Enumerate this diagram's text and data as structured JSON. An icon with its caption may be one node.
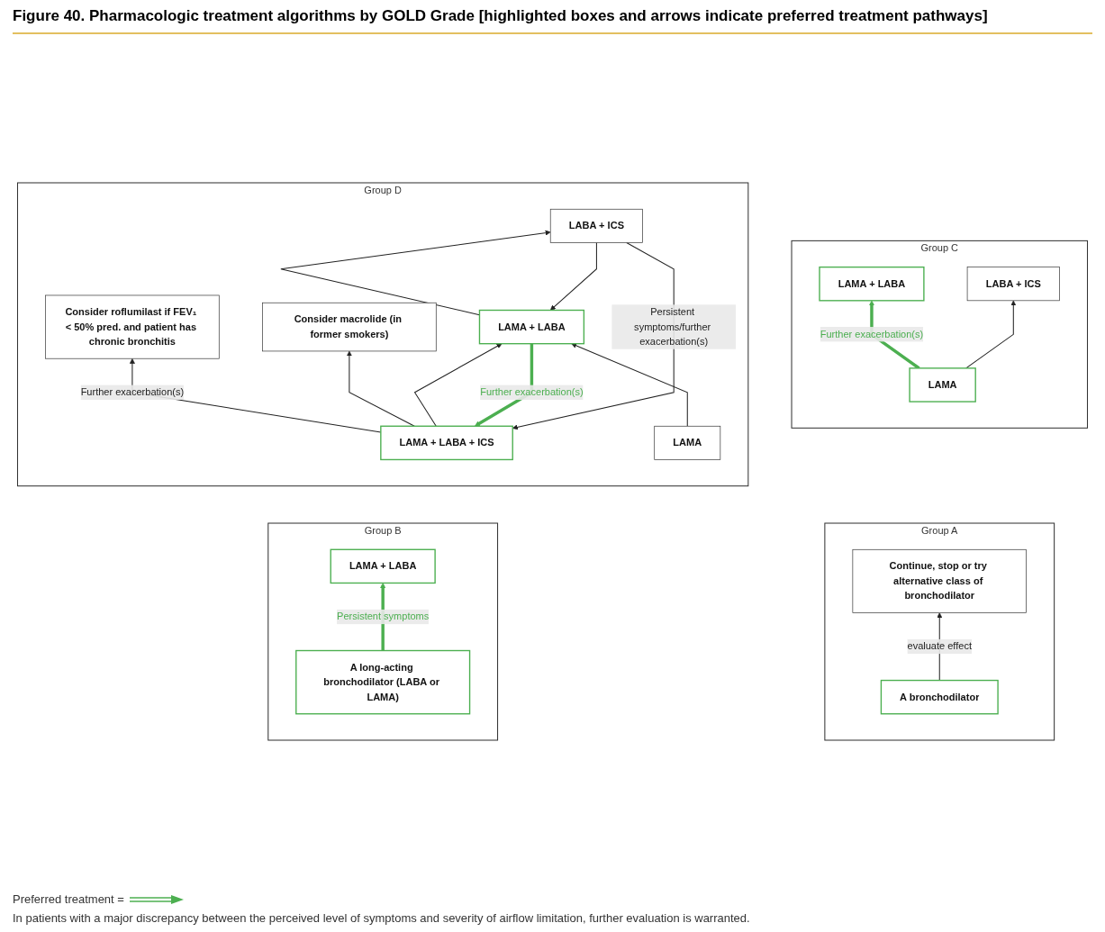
{
  "diagram": {
    "title": "Figure 40. Pharmacologic treatment algorithms by GOLD Grade [highlighted boxes and arrows indicate preferred treatment pathways]",
    "nodes": [
      {
        "text": [
          "Group C"
        ]
      },
      {
        "text": [
          "LAMA + LABA"
        ],
        "in": 0
      },
      {
        "text": [
          "LABA + ICS"
        ],
        "in": 0
      },
      {
        "text": [
          "LAMA"
        ],
        "in": 0
      },
      {
        "text": [
          "Group D"
        ]
      },
      {
        "text": [
          "Consider roflumilast if FEV₁ < 50% pred. and patient has chronic bronchitis"
        ],
        "in": 4
      },
      {
        "text": [
          "Consider macrolide (in former smokers)"
        ],
        "in": 4
      },
      {
        "text": [
          "LAMA + LABA + ICS"
        ],
        "in": 4
      },
      {
        "text": [
          "LAMA"
        ],
        "in": 4
      },
      {
        "text": [
          "LAMA + LABA"
        ],
        "in": 4
      },
      {
        "text": [
          "LABA + ICS"
        ],
        "in": 4
      },
      {
        "text": [
          "Group A"
        ]
      },
      {
        "text": [
          "Continue, stop or try alternative class of bronchodilator"
        ],
        "in": 11
      },
      {
        "text": [
          "A bronchodilator"
        ],
        "in": 11
      },
      {
        "text": [
          "Group B"
        ]
      },
      {
        "text": [
          "LAMA + LABA"
        ],
        "in": 14
      },
      {
        "text": [
          "A long-acting bronchodilator (LABA or LAMA)"
        ],
        "in": 14
      }
    ],
    "edges": [
      {
        "from": 3,
        "to": 1,
        "arrow": "to",
        "label": "Further exacerbation(s)",
        "style": "thick",
        "color": "#4caf50"
      },
      {
        "from": 3,
        "to": 2,
        "arrow": "to"
      },
      {
        "from": 7,
        "to": 5,
        "arrow": "to",
        "label": "Further exacerbation(s)"
      },
      {
        "from": 7,
        "to": 6,
        "arrow": "to"
      },
      {
        "from": 9,
        "to": 7,
        "arrow": "to",
        "label": "Further exacerbation(s)",
        "style": "thick",
        "color": "#4caf50"
      },
      {
        "from": 7,
        "to": 9,
        "arrow": "to"
      },
      {
        "from": 8,
        "to": 9,
        "arrow": "to"
      },
      {
        "from": 10,
        "to": 9,
        "arrow": "to"
      },
      {
        "from": 9,
        "to": 10,
        "arrow": "to"
      },
      {
        "from": 10,
        "to": 7,
        "arrow": "to",
        "label": "Persistent symptoms/further exacerbation(s)"
      },
      {
        "from": 13,
        "to": 12,
        "arrow": "to",
        "label": "evaluate effect"
      },
      {
        "from": 16,
        "to": 15,
        "arrow": "to",
        "label": "Persistent symptoms",
        "style": "thick",
        "color": "#4caf50"
      }
    ],
    "labels": [
      "In patients with a major discrepancy between the perceived level of symptoms and severity of airflow limitation, further evaluation is warranted."
    ],
    "legend": [
      {
        "text": "Preferred treatment ="
      }
    ]
  }
}
